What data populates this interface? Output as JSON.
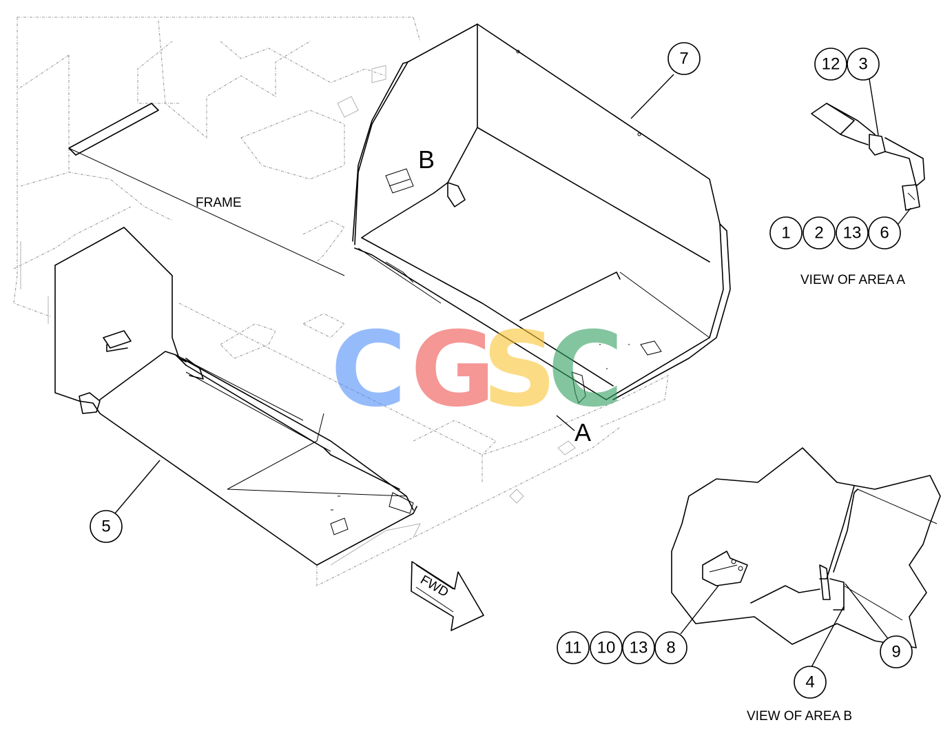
{
  "labels": {
    "frame": "FRAME",
    "area_a_marker": "A",
    "area_b_marker": "B",
    "view_a": "VIEW OF AREA A",
    "view_b": "VIEW OF AREA B",
    "fwd": "FWD"
  },
  "watermark": {
    "letters": [
      "C",
      "G",
      "S",
      "C"
    ],
    "colors": [
      "#4f8ef7",
      "#ef5350",
      "#f9c433",
      "#32a060"
    ]
  },
  "callouts": {
    "main_5": "5",
    "main_7": "7",
    "a_12": "12",
    "a_3": "3",
    "a_1": "1",
    "a_2": "2",
    "a_13": "13",
    "a_6": "6",
    "b_11": "11",
    "b_10": "10",
    "b_13": "13",
    "b_8": "8",
    "b_9": "9",
    "b_4": "4"
  }
}
